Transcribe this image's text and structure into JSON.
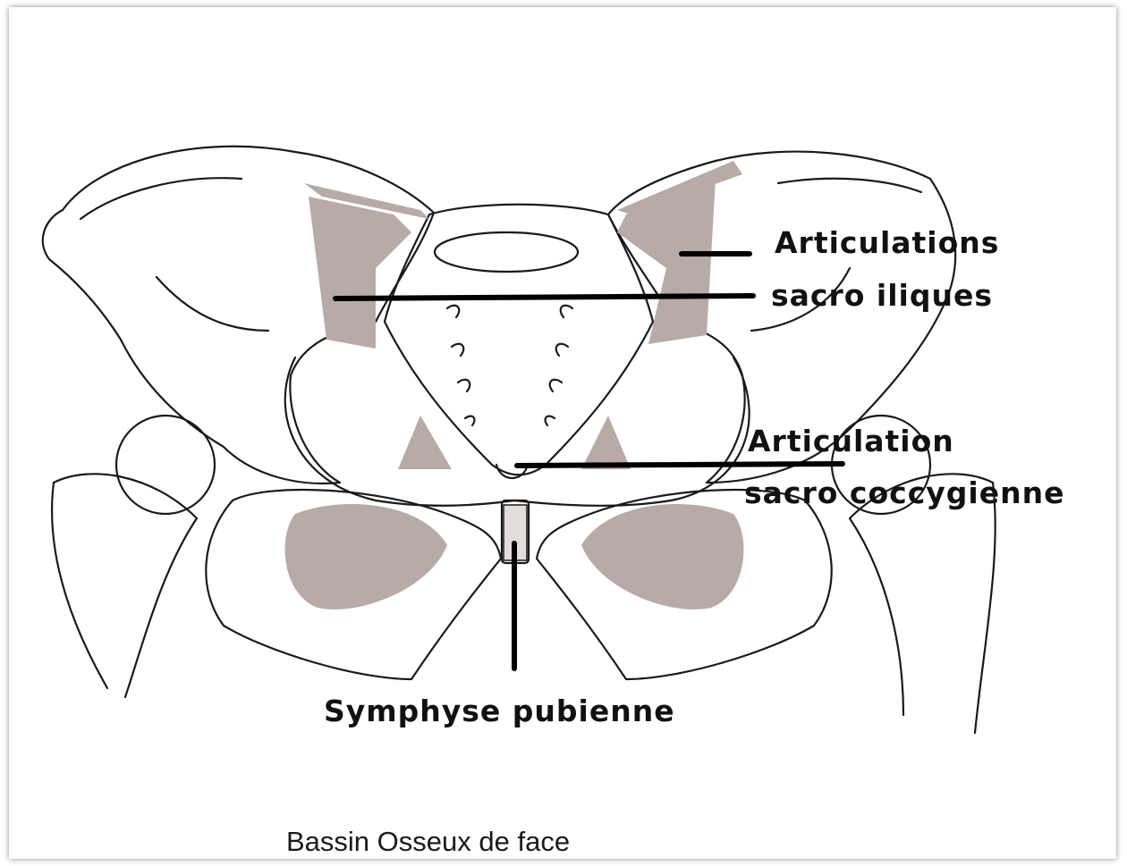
{
  "labels": {
    "sacro_iliac_line1": "Articulations",
    "sacro_iliac_line2": "sacro iliques",
    "sacro_coccygeal_line1": "Articulation",
    "sacro_coccygeal_line2": "sacro coccygienne",
    "pubic_symphysis": "Symphyse pubienne"
  },
  "caption": "Bassin Osseux de face",
  "colors": {
    "bone_outline": "#1a1a1a",
    "joint_shading": "#b8aaa7",
    "pointer": "#000000",
    "background": "#ffffff"
  }
}
